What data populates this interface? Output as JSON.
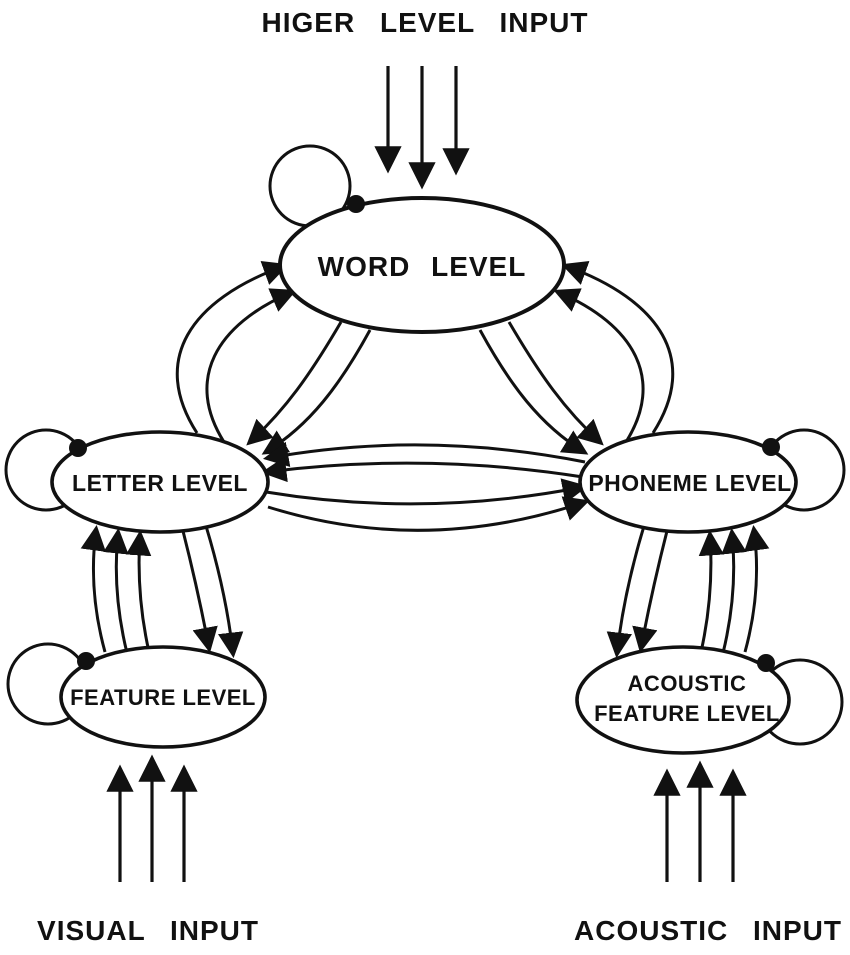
{
  "diagram": {
    "type": "interactive-activation-speech-reading-model",
    "nodes": {
      "word": {
        "label": "WORD LEVEL"
      },
      "letter": {
        "label": "LETTER LEVEL"
      },
      "phoneme": {
        "label": "PHONEME LEVEL"
      },
      "feature": {
        "label": "FEATURE LEVEL"
      },
      "acoustic_feature": {
        "label_line1": "ACOUSTIC",
        "label_line2": "FEATURE LEVEL"
      }
    },
    "inputs": {
      "higher": {
        "label": "HIGER LEVEL INPUT"
      },
      "visual": {
        "label": "VISUAL INPUT"
      },
      "acoustic": {
        "label": "ACOUSTIC INPUT"
      }
    },
    "colors": {
      "stroke": "#111111",
      "background": "#ffffff",
      "text": "#111111"
    }
  }
}
